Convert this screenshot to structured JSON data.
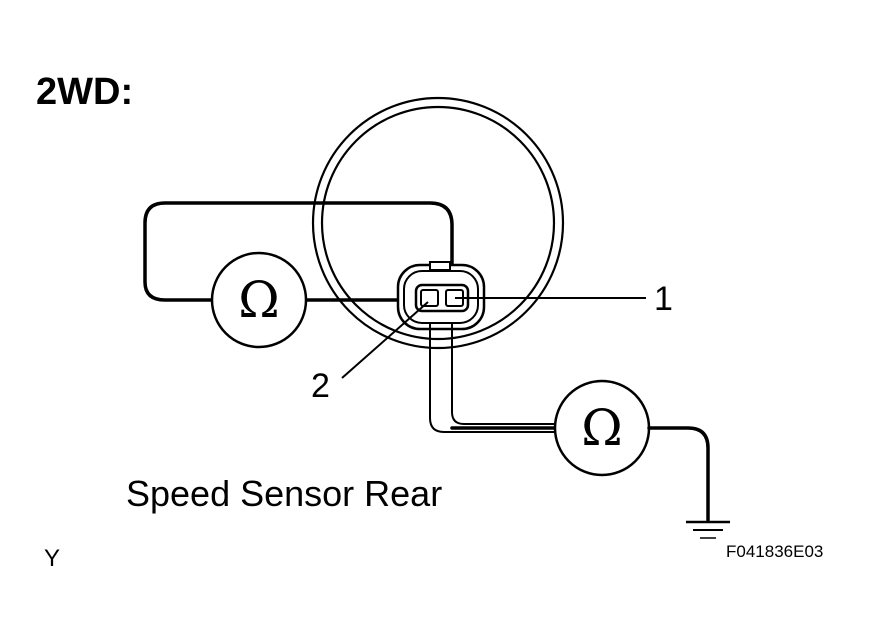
{
  "title": "2WD:",
  "pin_labels": {
    "pin1": "1",
    "pin2": "2"
  },
  "meter_symbol": "Ω",
  "caption": "Speed Sensor Rear",
  "corner_mark": "Y",
  "figure_code": "F041836E03",
  "components": {
    "ohmmeters": [
      "ohmmeter-left",
      "ohmmeter-right"
    ],
    "sensor": "speed-sensor-rear",
    "ground": "ground-icon"
  }
}
